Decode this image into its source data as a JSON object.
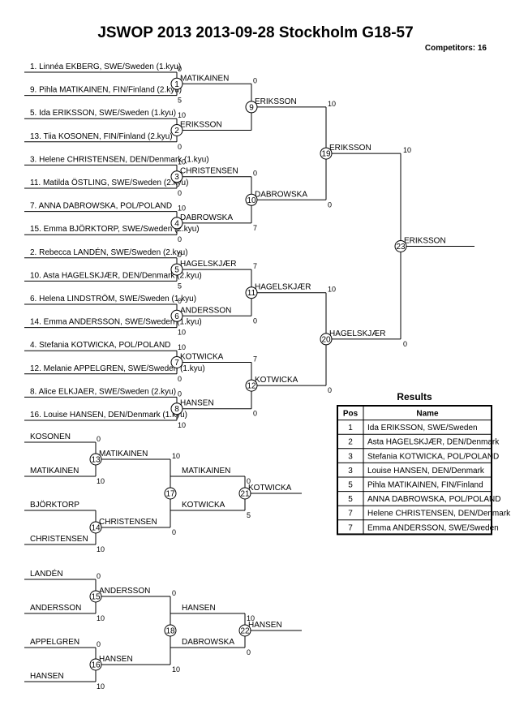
{
  "header": {
    "title": "JSWOP 2013  2013-09-28  Stockholm   G18-57",
    "competitors": "Competitors: 16"
  },
  "entries": [
    "1. Linnéa EKBERG, SWE/Sweden (1.kyu)",
    "9. Pihla MATIKAINEN, FIN/Finland (2.kyu)",
    "5. Ida ERIKSSON, SWE/Sweden (1.kyu)",
    "13. Tiia  KOSONEN, FIN/Finland (2.kyu)",
    "3. Helene CHRISTENSEN, DEN/Denmark (1.kyu)",
    "11. Matilda  ÖSTLING, SWE/Sweden (2.kyu)",
    "7. ANNA DABROWSKA, POL/POLAND",
    "15. Emma BJÖRKTORP, SWE/Sweden (2.kyu)",
    "2. Rebecca LANDÉN, SWE/Sweden (2.kyu)",
    "10. Asta HAGELSKJÆR, DEN/Denmark (2.kyu)",
    "6. Helena LINDSTRÖM, SWE/Sweden (1.kyu)",
    "14. Emma ANDERSSON, SWE/Sweden (1.kyu)",
    "4. Stefania KOTWICKA, POL/POLAND",
    "12. Melanie APPELGREN, SWE/Sweden (1.kyu)",
    "8. Alice ELKJAER, SWE/Sweden (2.kyu)",
    "16. Louise HANSEN, DEN/Denmark (1.kyu)"
  ],
  "entry_scores": [
    "0",
    "5",
    "10",
    "0",
    "10",
    "0",
    "10",
    "0",
    "0",
    "5",
    "0",
    "10",
    "10",
    "0",
    "0",
    "10"
  ],
  "round1": [
    {
      "match": "1",
      "winner": "MATIKAINEN"
    },
    {
      "match": "2",
      "winner": "ERIKSSON"
    },
    {
      "match": "3",
      "winner": "CHRISTENSEN"
    },
    {
      "match": "4",
      "winner": "DABROWSKA"
    },
    {
      "match": "5",
      "winner": "HAGELSKJÆR"
    },
    {
      "match": "6",
      "winner": "ANDERSSON"
    },
    {
      "match": "7",
      "winner": "KOTWICKA"
    },
    {
      "match": "8",
      "winner": "HANSEN"
    }
  ],
  "round1_scores": [
    "0",
    "",
    "0",
    "7",
    "7",
    "0",
    "7",
    "0"
  ],
  "round2": [
    {
      "match": "9",
      "winner": "ERIKSSON"
    },
    {
      "match": "10",
      "winner": "DABROWSKA"
    },
    {
      "match": "11",
      "winner": "HAGELSKJÆR"
    },
    {
      "match": "12",
      "winner": "KOTWICKA"
    }
  ],
  "round2_scores": [
    "10",
    "0",
    "10",
    "0"
  ],
  "round3": [
    {
      "match": "19",
      "winner": "ERIKSSON"
    },
    {
      "match": "20",
      "winner": "HAGELSKJÆR"
    }
  ],
  "round3_scores": [
    "10",
    "0"
  ],
  "final": {
    "match": "23",
    "winner": "ERIKSSON"
  },
  "rep1": {
    "entrants": [
      "KOSONEN",
      "MATIKAINEN",
      "BJÖRKTORP",
      "CHRISTENSEN"
    ],
    "entrant_scores": [
      "0",
      "10",
      "",
      "10"
    ],
    "r1": [
      {
        "match": "13",
        "winner": "MATIKAINEN"
      },
      {
        "match": "14",
        "winner": "CHRISTENSEN"
      }
    ],
    "r1_scores": [
      "10",
      "0"
    ],
    "semi": {
      "match": "17",
      "top": "MATIKAINEN",
      "bottom": "KOTWICKA"
    },
    "semi_scores": [
      "0",
      "5"
    ],
    "fin": {
      "match": "21",
      "winner": "KOTWICKA"
    }
  },
  "rep2": {
    "entrants": [
      "LANDÉN",
      "ANDERSSON",
      "APPELGREN",
      "HANSEN"
    ],
    "entrant_scores": [
      "0",
      "10",
      "0",
      "10"
    ],
    "r1": [
      {
        "match": "15",
        "winner": "ANDERSSON"
      },
      {
        "match": "16",
        "winner": "HANSEN"
      }
    ],
    "r1_scores": [
      "0",
      "10"
    ],
    "semi": {
      "match": "18",
      "top": "HANSEN",
      "bottom": "DABROWSKA"
    },
    "semi_scores": [
      "10",
      "0"
    ],
    "fin": {
      "match": "22",
      "winner": "HANSEN"
    }
  },
  "results": {
    "title": "Results",
    "headers": [
      "Pos",
      "Name"
    ],
    "rows": [
      {
        "pos": "1",
        "name": "Ida ERIKSSON, SWE/Sweden"
      },
      {
        "pos": "2",
        "name": "Asta HAGELSKJÆR, DEN/Denmark"
      },
      {
        "pos": "3",
        "name": "Stefania KOTWICKA, POL/POLAND"
      },
      {
        "pos": "3",
        "name": "Louise HANSEN, DEN/Denmark"
      },
      {
        "pos": "5",
        "name": "Pihla MATIKAINEN, FIN/Finland"
      },
      {
        "pos": "5",
        "name": "ANNA DABROWSKA, POL/POLAND"
      },
      {
        "pos": "7",
        "name": "Helene CHRISTENSEN, DEN/Denmark"
      },
      {
        "pos": "7",
        "name": "Emma ANDERSSON, SWE/Sweden"
      }
    ]
  }
}
